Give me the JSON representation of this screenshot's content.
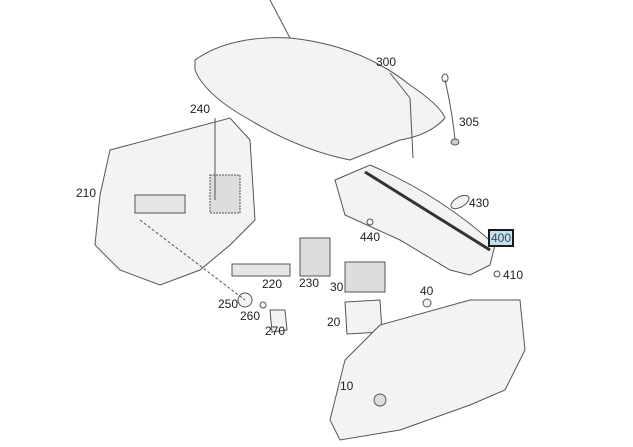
{
  "diagram": {
    "highlight_color": "#bfe3f5",
    "parts": [
      {
        "id": "p300",
        "label": "300"
      },
      {
        "id": "p305",
        "label": "305"
      },
      {
        "id": "p240",
        "label": "240"
      },
      {
        "id": "p210",
        "label": "210"
      },
      {
        "id": "p430",
        "label": "430"
      },
      {
        "id": "p400",
        "label": "400",
        "highlighted": true
      },
      {
        "id": "p440",
        "label": "440"
      },
      {
        "id": "p410",
        "label": "410"
      },
      {
        "id": "p220",
        "label": "220"
      },
      {
        "id": "p230",
        "label": "230"
      },
      {
        "id": "p30",
        "label": "30"
      },
      {
        "id": "p40",
        "label": "40"
      },
      {
        "id": "p250",
        "label": "250"
      },
      {
        "id": "p260",
        "label": "260"
      },
      {
        "id": "p270",
        "label": "270"
      },
      {
        "id": "p20",
        "label": "20"
      },
      {
        "id": "p10",
        "label": "10"
      }
    ]
  }
}
